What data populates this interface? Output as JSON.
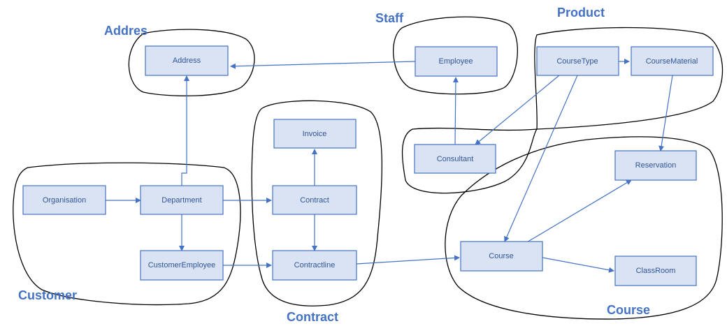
{
  "groups": {
    "address": "Addres",
    "staff": "Staff",
    "product": "Product",
    "customer": "Customer",
    "contract": "Contract",
    "course": "Course"
  },
  "nodes": {
    "address": "Address",
    "employee": "Employee",
    "course_type": "CourseType",
    "course_material": "CourseMaterial",
    "invoice": "Invoice",
    "consultant": "Consultant",
    "reservation": "Reservation",
    "organisation": "Organisation",
    "department": "Department",
    "contract": "Contract",
    "customer_employee": "CustomerEmployee",
    "contractline": "Contractline",
    "course": "Course",
    "classroom": "ClassRoom"
  },
  "colors": {
    "accent": "#4472c4",
    "node_fill": "#dae3f3",
    "outline": "#000000"
  }
}
